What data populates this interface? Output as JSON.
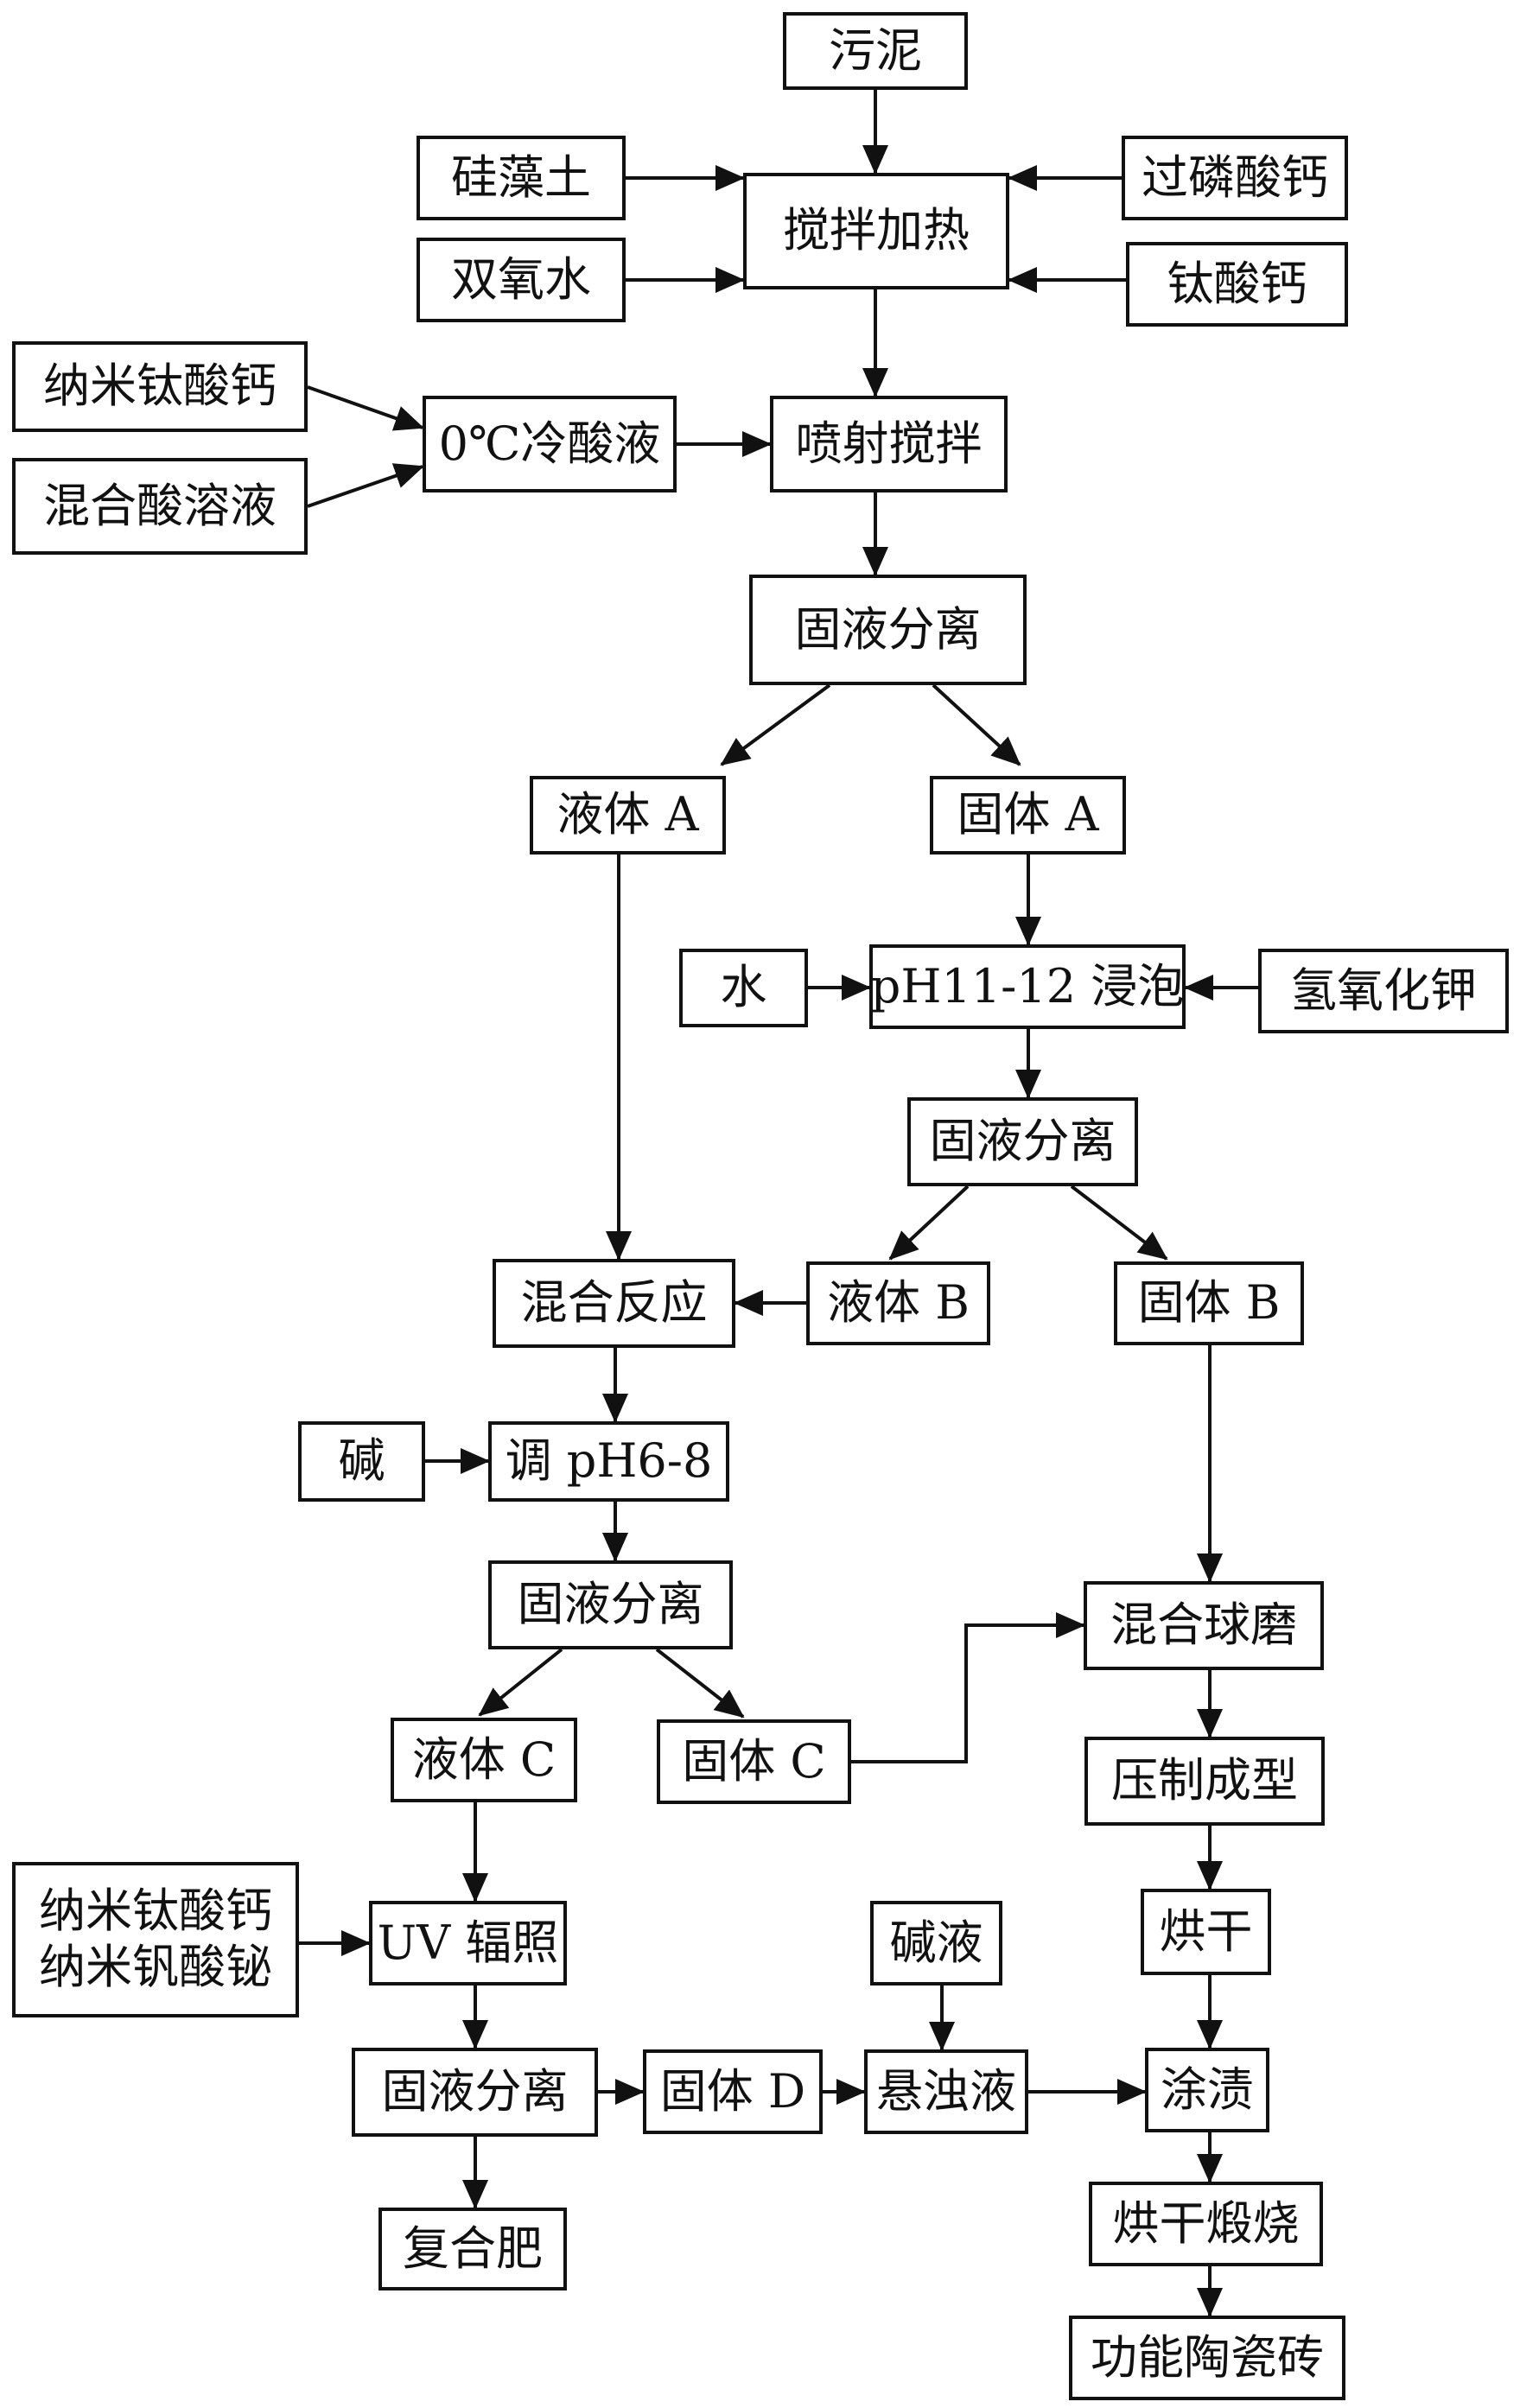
{
  "diagram": {
    "nodes": {
      "sludge": "污泥",
      "diatomite": "硅藻土",
      "superphosphate": "过磷酸钙",
      "stir_heat": "搅拌加热",
      "hydrogen_peroxide": "双氧水",
      "calcium_titanate": "钛酸钙",
      "nano_calcium_titanate_1": "纳米钛酸钙",
      "cold_acid": "0℃冷酸液",
      "spray_stir": "喷射搅拌",
      "mixed_acid": "混合酸溶液",
      "sl_sep_1": "固液分离",
      "liquid_a": "液体 A",
      "solid_a": "固体 A",
      "water": "水",
      "soak": "pH11-12 浸泡",
      "koh": "氢氧化钾",
      "sl_sep_2": "固液分离",
      "mix_react": "混合反应",
      "liquid_b": "液体 B",
      "solid_b": "固体 B",
      "alkali": "碱",
      "adjust_ph": "调 pH6-8",
      "sl_sep_3": "固液分离",
      "ball_mill": "混合球磨",
      "liquid_c": "液体 C",
      "solid_c": "固体 C",
      "press_mold": "压制成型",
      "nano_line1": "纳米钛酸钙",
      "nano_line2": "纳米钒酸铋",
      "uv": "UV 辐照",
      "alkali_liquid": "碱液",
      "dry": "烘干",
      "sl_sep_4": "固液分离",
      "solid_d": "固体 D",
      "suspension": "悬浊液",
      "coating": "涂渍",
      "compound_fertilizer": "复合肥",
      "dry_calcine": "烘干煅烧",
      "functional_tile": "功能陶瓷砖"
    }
  }
}
